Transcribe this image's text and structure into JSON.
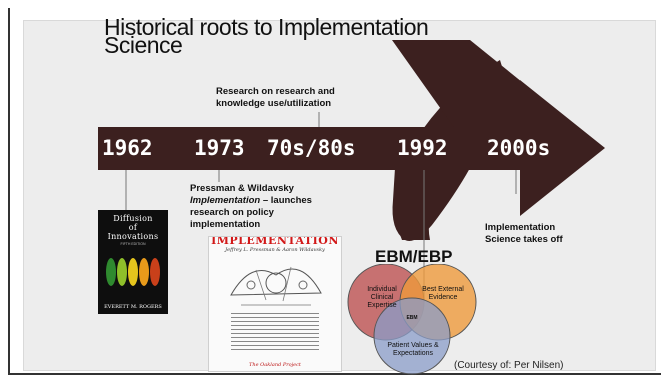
{
  "slide": {
    "title_line1": "Historical roots to Implementation",
    "title_line2": "Science"
  },
  "timeline": {
    "years": [
      "1962",
      "1973",
      "70s/80s",
      "1992",
      "2000s"
    ]
  },
  "notes": {
    "research_line1": "Research on research and",
    "research_line2": "knowledge use/utilization",
    "pressman_line1": "Pressman & Wildavsky",
    "pressman_italic": "Implementation",
    "pressman_rest": " – launches",
    "pressman_line3": "research on policy",
    "pressman_line4": "implementation",
    "impsci_line1": "Implementation",
    "impsci_line2": "Science takes off"
  },
  "ebm": {
    "label": "EBM/EBP",
    "venn": {
      "circle_left": "Individual Clinical Expertise",
      "circle_right": "Best External Evidence",
      "circle_bottom": "Patient Values & Expectations",
      "center": "EBM"
    }
  },
  "books": {
    "diffusion": {
      "title_line1": "Diffusion",
      "title_line2": "of",
      "title_line3": "Innovations",
      "edition": "FIFTH EDITION",
      "author": "EVERETT M. ROGERS"
    },
    "implementation": {
      "title": "IMPLEMENTATION",
      "authors": "Jeffrey L. Pressman & Aaron Wildavsky",
      "project": "The Oakland Project"
    }
  },
  "credit": "(Courtesy of: Per Nilsen)",
  "colors": {
    "arrow": "#3c201f",
    "frame": "#ededed",
    "venn_left": "#c05a5a",
    "venn_right": "#ee9a3c",
    "venn_bottom": "#8a9cc8",
    "book_title_red": "#d21818"
  }
}
